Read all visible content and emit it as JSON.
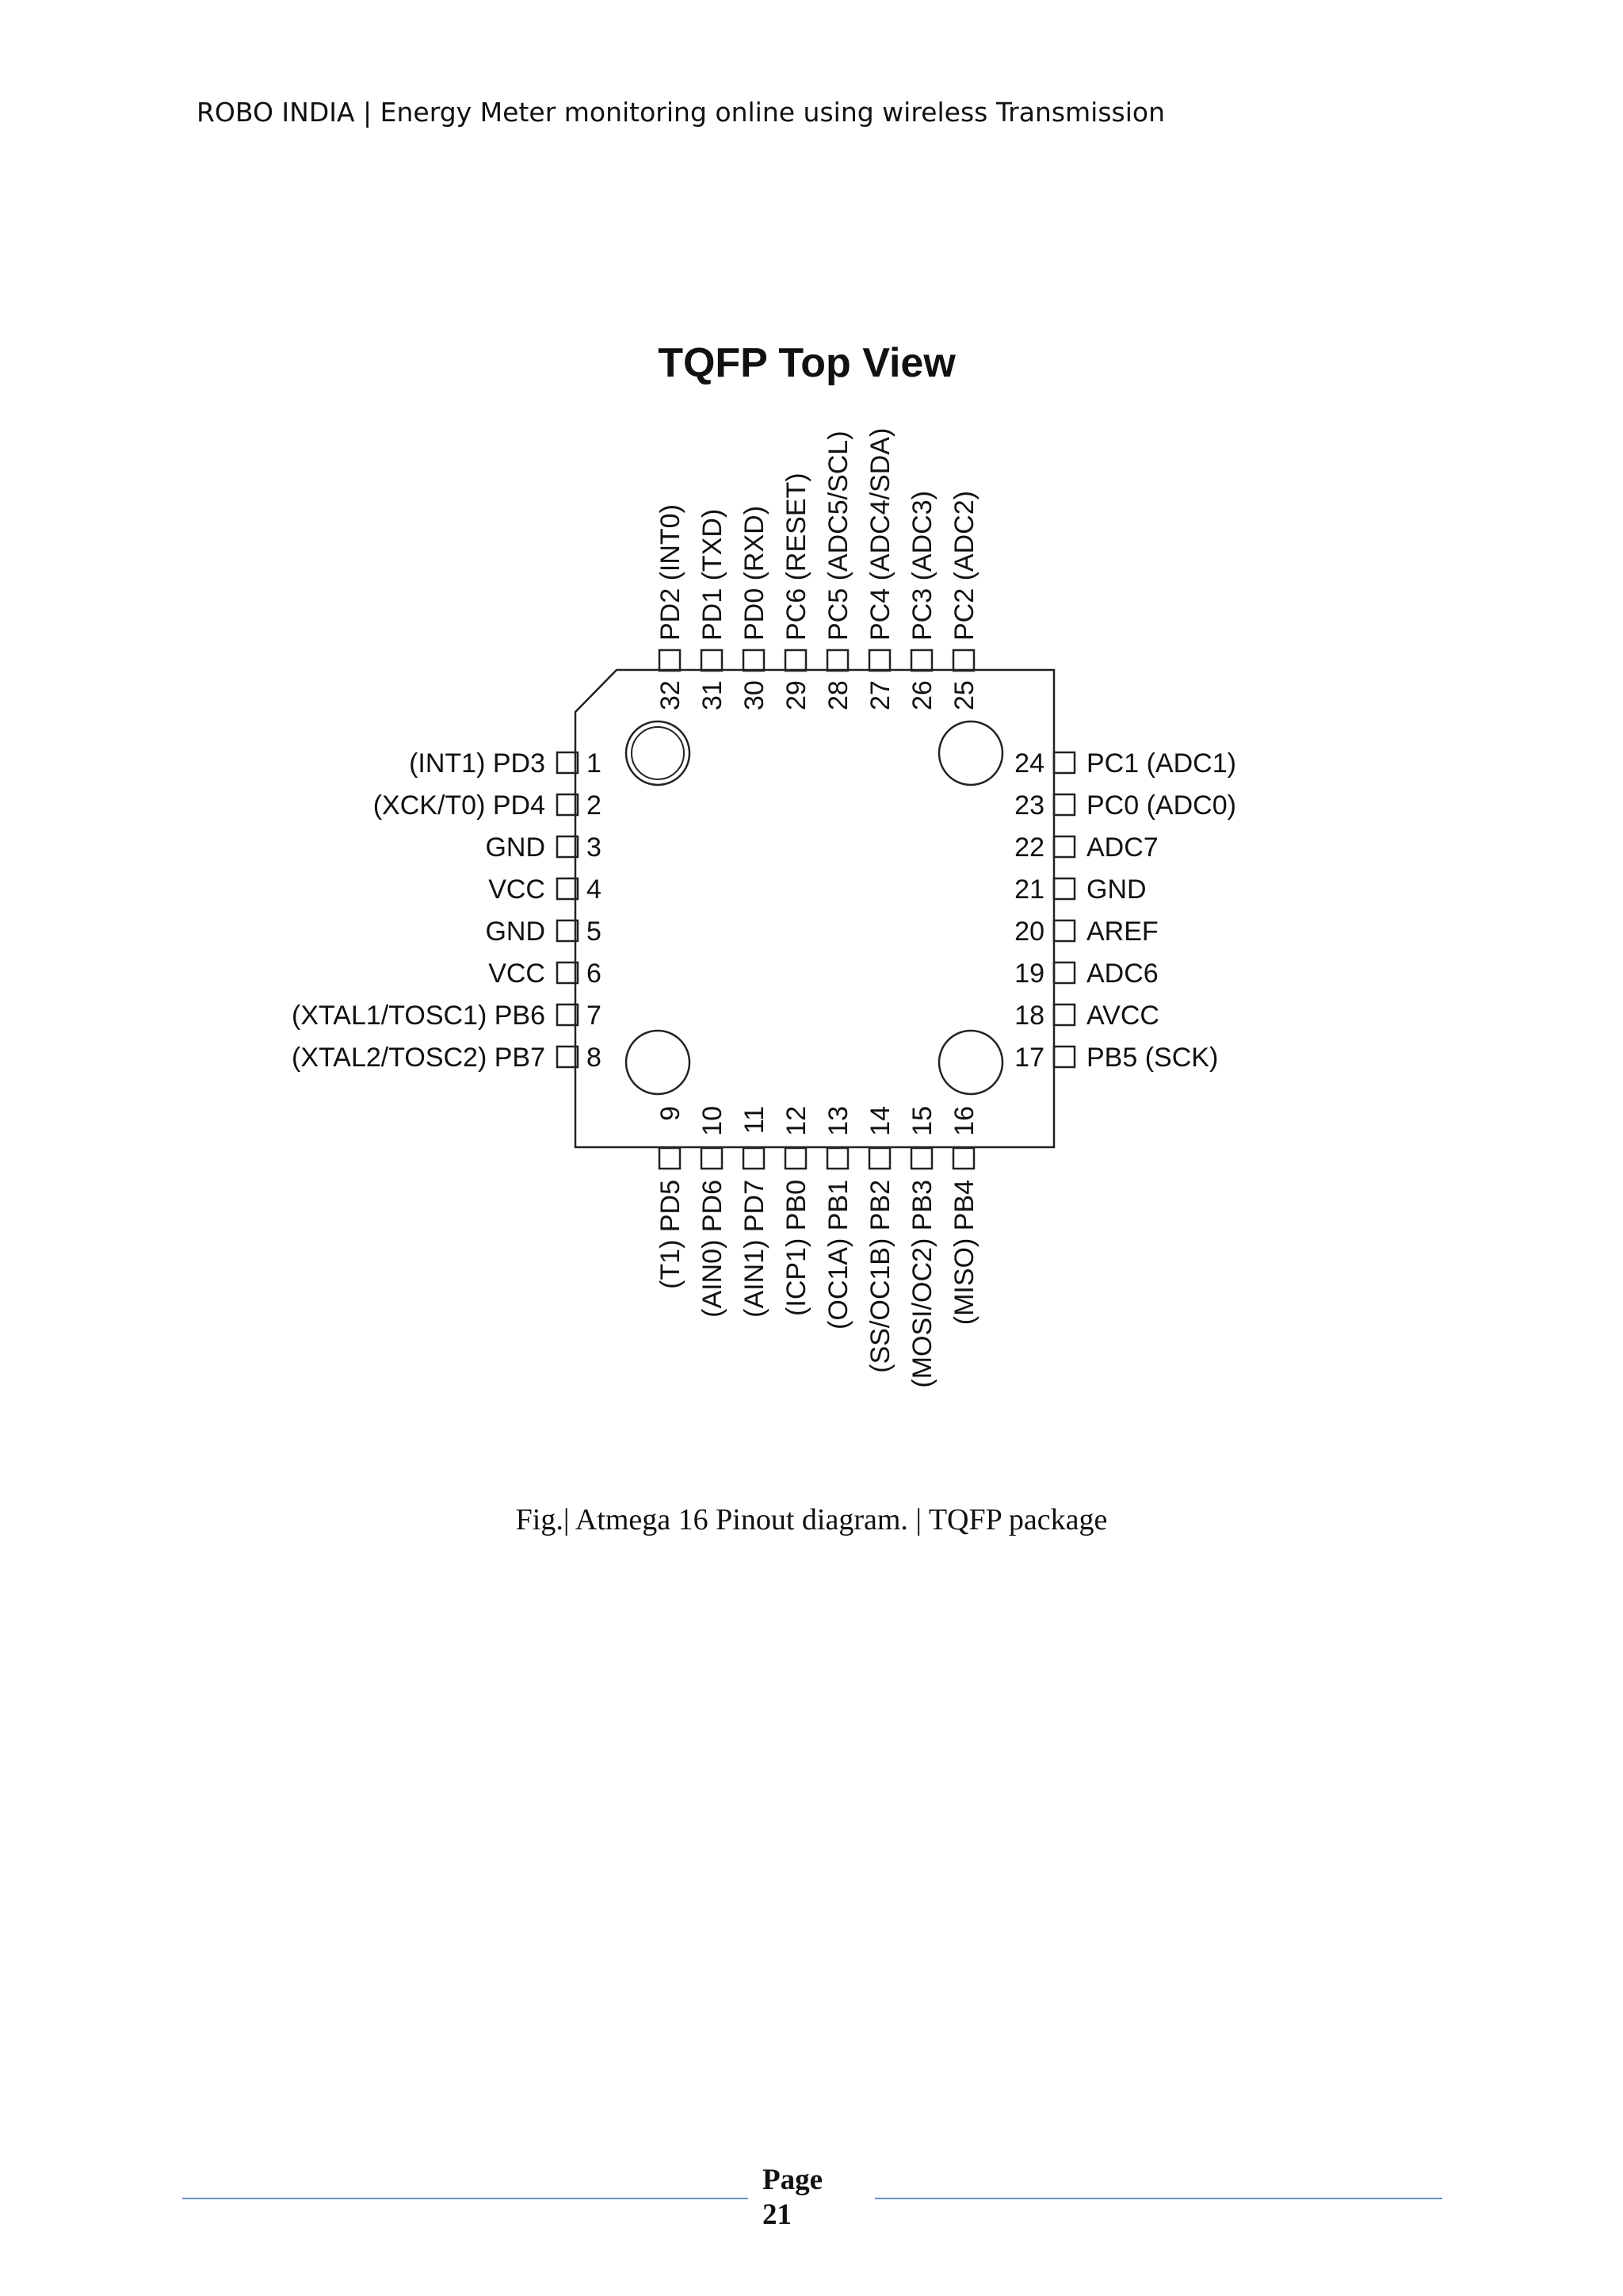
{
  "header": {
    "text": "ROBO INDIA | Energy Meter monitoring online using wireless Transmission"
  },
  "diagram": {
    "title": "TQFP Top View",
    "pins_left": [
      {
        "num": "1",
        "label": "(INT1) PD3"
      },
      {
        "num": "2",
        "label": "(XCK/T0) PD4"
      },
      {
        "num": "3",
        "label": "GND"
      },
      {
        "num": "4",
        "label": "VCC"
      },
      {
        "num": "5",
        "label": "GND"
      },
      {
        "num": "6",
        "label": "VCC"
      },
      {
        "num": "7",
        "label": "(XTAL1/TOSC1) PB6"
      },
      {
        "num": "8",
        "label": "(XTAL2/TOSC2) PB7"
      }
    ],
    "pins_bottom": [
      {
        "num": "9",
        "label": "(T1) PD5"
      },
      {
        "num": "10",
        "label": "(AIN0) PD6"
      },
      {
        "num": "11",
        "label": "(AIN1) PD7"
      },
      {
        "num": "12",
        "label": "(ICP1) PB0"
      },
      {
        "num": "13",
        "label": "(OC1A) PB1"
      },
      {
        "num": "14",
        "label": "(SS/OC1B) PB2"
      },
      {
        "num": "15",
        "label": "(MOSI/OC2) PB3"
      },
      {
        "num": "16",
        "label": "(MISO) PB4"
      }
    ],
    "pins_right": [
      {
        "num": "24",
        "label": "PC1 (ADC1)"
      },
      {
        "num": "23",
        "label": "PC0 (ADC0)"
      },
      {
        "num": "22",
        "label": "ADC7"
      },
      {
        "num": "21",
        "label": "GND"
      },
      {
        "num": "20",
        "label": "AREF"
      },
      {
        "num": "19",
        "label": "ADC6"
      },
      {
        "num": "18",
        "label": "AVCC"
      },
      {
        "num": "17",
        "label": "PB5 (SCK)"
      }
    ],
    "pins_top": [
      {
        "num": "32",
        "label": "PD2 (INT0)"
      },
      {
        "num": "31",
        "label": "PD1 (TXD)"
      },
      {
        "num": "30",
        "label": "PD0 (RXD)"
      },
      {
        "num": "29",
        "label": "PC6 (RESET)"
      },
      {
        "num": "28",
        "label": "PC5 (ADC5/SCL)"
      },
      {
        "num": "27",
        "label": "PC4 (ADC4/SDA)"
      },
      {
        "num": "26",
        "label": "PC3 (ADC3)"
      },
      {
        "num": "25",
        "label": "PC2 (ADC2)"
      }
    ]
  },
  "caption": "Fig.| Atmega 16 Pinout diagram. | TQFP package",
  "footer": {
    "page_word": "Page",
    "page_number": "21"
  }
}
